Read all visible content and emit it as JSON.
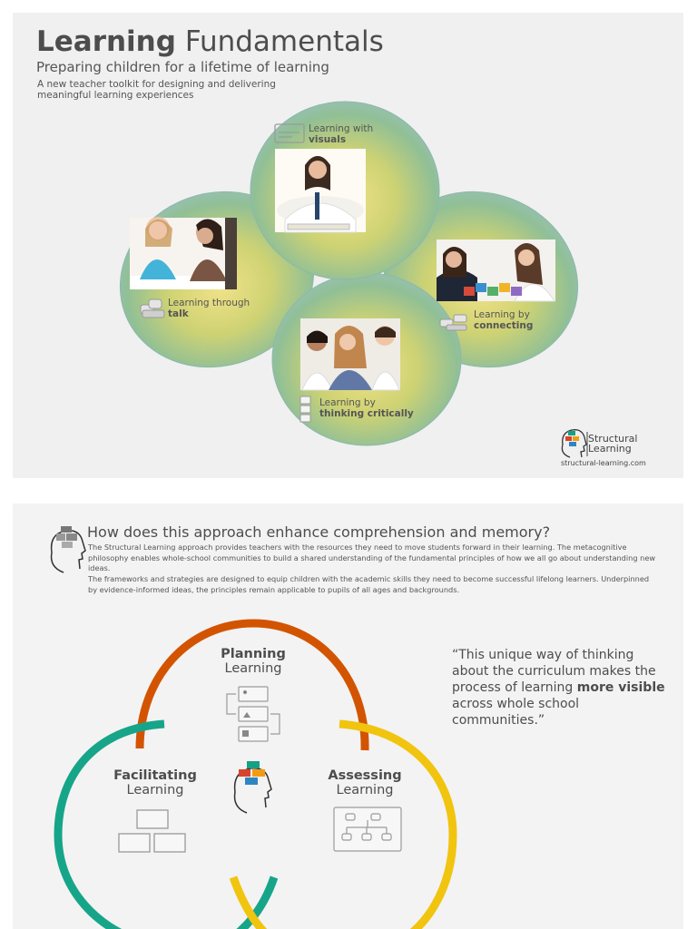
{
  "header": {
    "title_bold": "Learning",
    "title_rest": "Fundamentals",
    "subtitle": "Preparing children for a lifetime of learning",
    "tagline": "A new teacher toolkit for designing and delivering meaningful learning experiences"
  },
  "petals": [
    {
      "line1": "Learning with",
      "line2": "visuals",
      "icon": "whiteboard-icon"
    },
    {
      "line1": "Learning through",
      "line2": "talk",
      "icon": "speech-bubbles-icon"
    },
    {
      "line1": "Learning by",
      "line2": "connecting",
      "icon": "blocks-icon"
    },
    {
      "line1": "Learning by",
      "line2": "thinking critically",
      "icon": "checklist-icon"
    }
  ],
  "brand": {
    "line1": "Structural",
    "line2": "Learning",
    "url": "structural-learning.com"
  },
  "section": {
    "heading": "How does this approach enhance comprehension and memory?",
    "para1": "The Structural Learning approach provides teachers with the resources they need to move students forward in their learning. The metacognitive philosophy enables whole-school communities to build a shared understanding of the fundamental principles of how we all go about understanding new ideas.",
    "para2": "The frameworks and strategies are designed to equip children with the academic skills they need to become successful lifelong learners. Underpinned by evidence-informed ideas, the principles remain applicable to pupils of all ages and backgrounds."
  },
  "cycle": {
    "planning": {
      "line1": "Planning",
      "line2": "Learning"
    },
    "facilitating": {
      "line1": "Facilitating",
      "line2": "Learning"
    },
    "assessing": {
      "line1": "Assessing",
      "line2": "Learning"
    }
  },
  "quote": {
    "before": "“This unique way of thinking about the curriculum makes the process of learning ",
    "bold": "more visible",
    "after": " across whole school communities.”"
  },
  "colors": {
    "orange": "#d35400",
    "teal": "#17a589",
    "yellow": "#f1c40f",
    "brand_red": "#d9442b",
    "brand_green": "#16a085",
    "brand_blue": "#2e86c1",
    "brand_orange": "#f39c12"
  }
}
